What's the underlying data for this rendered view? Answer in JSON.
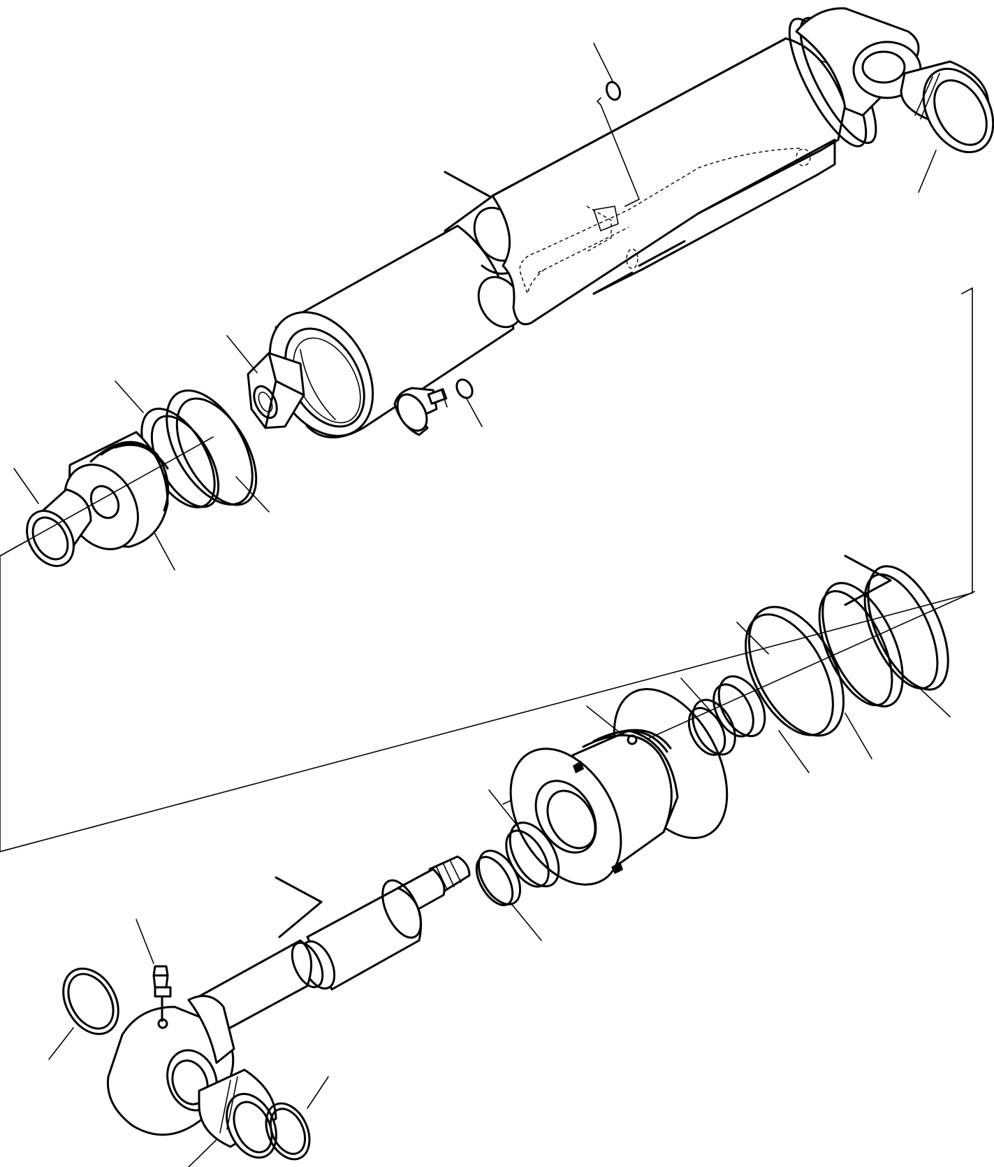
{
  "diagram": {
    "kind": "exploded-view-hydraulic-cylinder",
    "colors": {
      "line": "#000000",
      "background": "#ffffff"
    },
    "components": [
      {
        "name": "tube-assembly",
        "icon": "cylinder-tube-icon"
      },
      {
        "name": "tube-pin-bushing",
        "icon": "bushing-icon"
      },
      {
        "name": "elbow-fitting",
        "icon": "elbow-fitting-icon"
      },
      {
        "name": "o-ring-port",
        "icon": "o-ring-icon"
      },
      {
        "name": "o-ring-tube-top",
        "icon": "o-ring-icon"
      },
      {
        "name": "piston-nut",
        "icon": "hex-nut-icon"
      },
      {
        "name": "piston-ring-wear",
        "icon": "ring-icon"
      },
      {
        "name": "piston-seal",
        "icon": "ring-icon"
      },
      {
        "name": "piston",
        "icon": "piston-icon"
      },
      {
        "name": "piston-spacer",
        "icon": "bushing-icon"
      },
      {
        "name": "rod-gland",
        "icon": "gland-icon"
      },
      {
        "name": "gland-seals",
        "icon": "ring-icon"
      },
      {
        "name": "piston-rod",
        "icon": "rod-icon"
      },
      {
        "name": "rod-eye",
        "icon": "rod-eye-icon"
      },
      {
        "name": "grease-nipple",
        "icon": "grease-nipple-icon"
      },
      {
        "name": "rod-eye-bushing",
        "icon": "bushing-icon"
      },
      {
        "name": "dust-seals",
        "icon": "ring-icon"
      }
    ]
  }
}
